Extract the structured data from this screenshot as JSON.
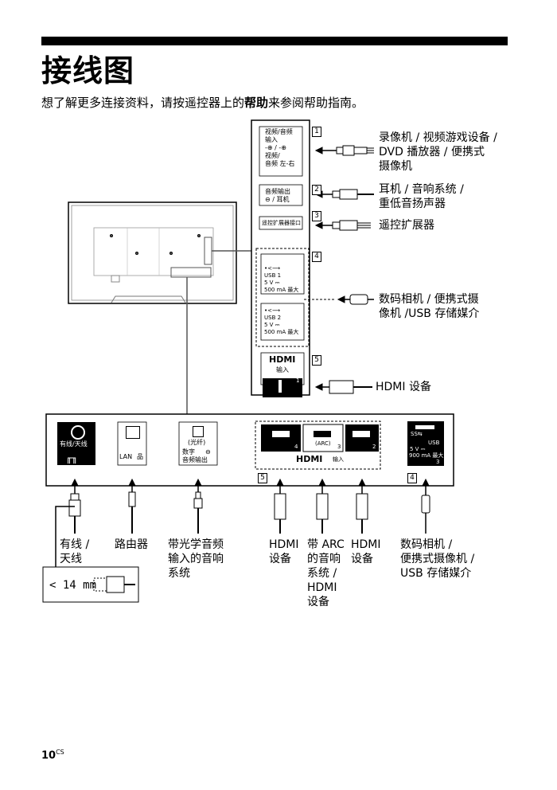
{
  "page": {
    "title": "接线图",
    "intro_before": "想了解更多连接资料，请按遥控器上的",
    "intro_bold": "帮助",
    "intro_after": "来参阅帮助指南。",
    "page_number": "10",
    "page_suffix": "CS"
  },
  "side_panel": {
    "av_in": {
      "line1": "视频/音频",
      "line2": "输入",
      "line3": "-⊕ / -⊕",
      "line4": "视频/",
      "line5": "音频 左-右",
      "number": "1"
    },
    "audio_out": {
      "line1": "音频输出",
      "line2": "⊖ / 耳机",
      "number": "2"
    },
    "ir_blaster": {
      "label": "遥控扩展器接口",
      "number": "3"
    },
    "usb_group_number": "4",
    "usb1": {
      "name": "USB 1",
      "voltage": "5 V ⎓",
      "current": "500 mA 最大"
    },
    "usb2": {
      "name": "USB 2",
      "voltage": "5 V ⎓",
      "current": "500 mA 最大"
    },
    "hdmi_in": {
      "logo": "HDMI",
      "label": "输入",
      "port": "1",
      "number": "5"
    }
  },
  "side_devices": {
    "av_device": [
      "录像机 / 视频游戏设备 /",
      "DVD 播放器 / 便携式",
      "摄像机"
    ],
    "audio_device": [
      "耳机 / 音响系统 /",
      "重低音扬声器"
    ],
    "ir_device": [
      "遥控扩展器"
    ],
    "usb_device": [
      "数码相机 / 便携式摄",
      "像机 /USB 存储媒介"
    ],
    "hdmi_device": [
      "HDMI 设备"
    ]
  },
  "bottom_panel": {
    "cable_antenna": {
      "label": "有线/天线"
    },
    "lan": {
      "label": "LAN"
    },
    "optical": {
      "label1": "(光纤)",
      "label2": "数字",
      "label3": "音频输出"
    },
    "hdmi_ports": [
      "4",
      "3",
      "2"
    ],
    "arc_label": "(ARC)",
    "hdmi_logo": "HDMI",
    "hdmi_label": "输入",
    "hdmi_group_number": "5",
    "usb3": {
      "logo": "SS⇆",
      "name": "USB",
      "voltage": "5 V ⎓",
      "current": "900 mA 最大",
      "port": "3"
    },
    "usb_group_number": "4"
  },
  "bottom_devices": {
    "cable": [
      "有线 /",
      "天线"
    ],
    "router": [
      "路由器"
    ],
    "optical_device": [
      "带光学音频",
      "输入的音响",
      "系统"
    ],
    "hdmi4": [
      "HDMI",
      "设备"
    ],
    "arc_device": [
      "带 ARC",
      "的音响",
      "系统 /",
      "HDMI",
      "设备"
    ],
    "hdmi2": [
      "HDMI",
      "设备"
    ],
    "usb_device": [
      "数码相机 /",
      "便携式摄像机 /",
      "USB 存储媒介"
    ]
  },
  "connector_note": "< 14 mm"
}
